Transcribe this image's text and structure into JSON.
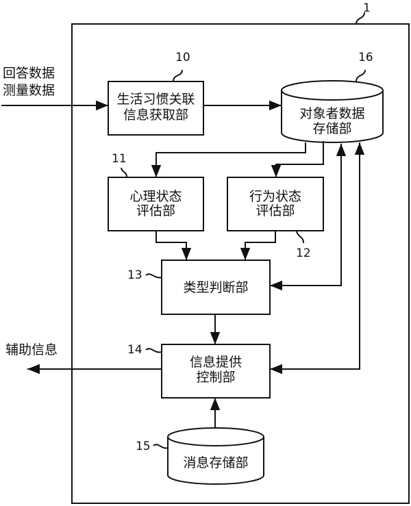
{
  "system_label": "1",
  "inputs": [
    "回答数据",
    "测量数据"
  ],
  "output": "辅助信息",
  "blocks": {
    "b10": {
      "ref": "10",
      "lines": [
        "生活习惯关联",
        "信息获取部"
      ]
    },
    "b16": {
      "ref": "16",
      "lines": [
        "对象者数据",
        "存储部"
      ]
    },
    "b11": {
      "ref": "11",
      "lines": [
        "心理状态",
        "评估部"
      ]
    },
    "b12": {
      "ref": "12",
      "lines": [
        "行为状态",
        "评估部"
      ]
    },
    "b13": {
      "ref": "13",
      "lines": [
        "类型判断部"
      ]
    },
    "b14": {
      "ref": "14",
      "lines": [
        "信息提供",
        "控制部"
      ]
    },
    "b15": {
      "ref": "15",
      "lines": [
        "消息存储部"
      ]
    }
  }
}
